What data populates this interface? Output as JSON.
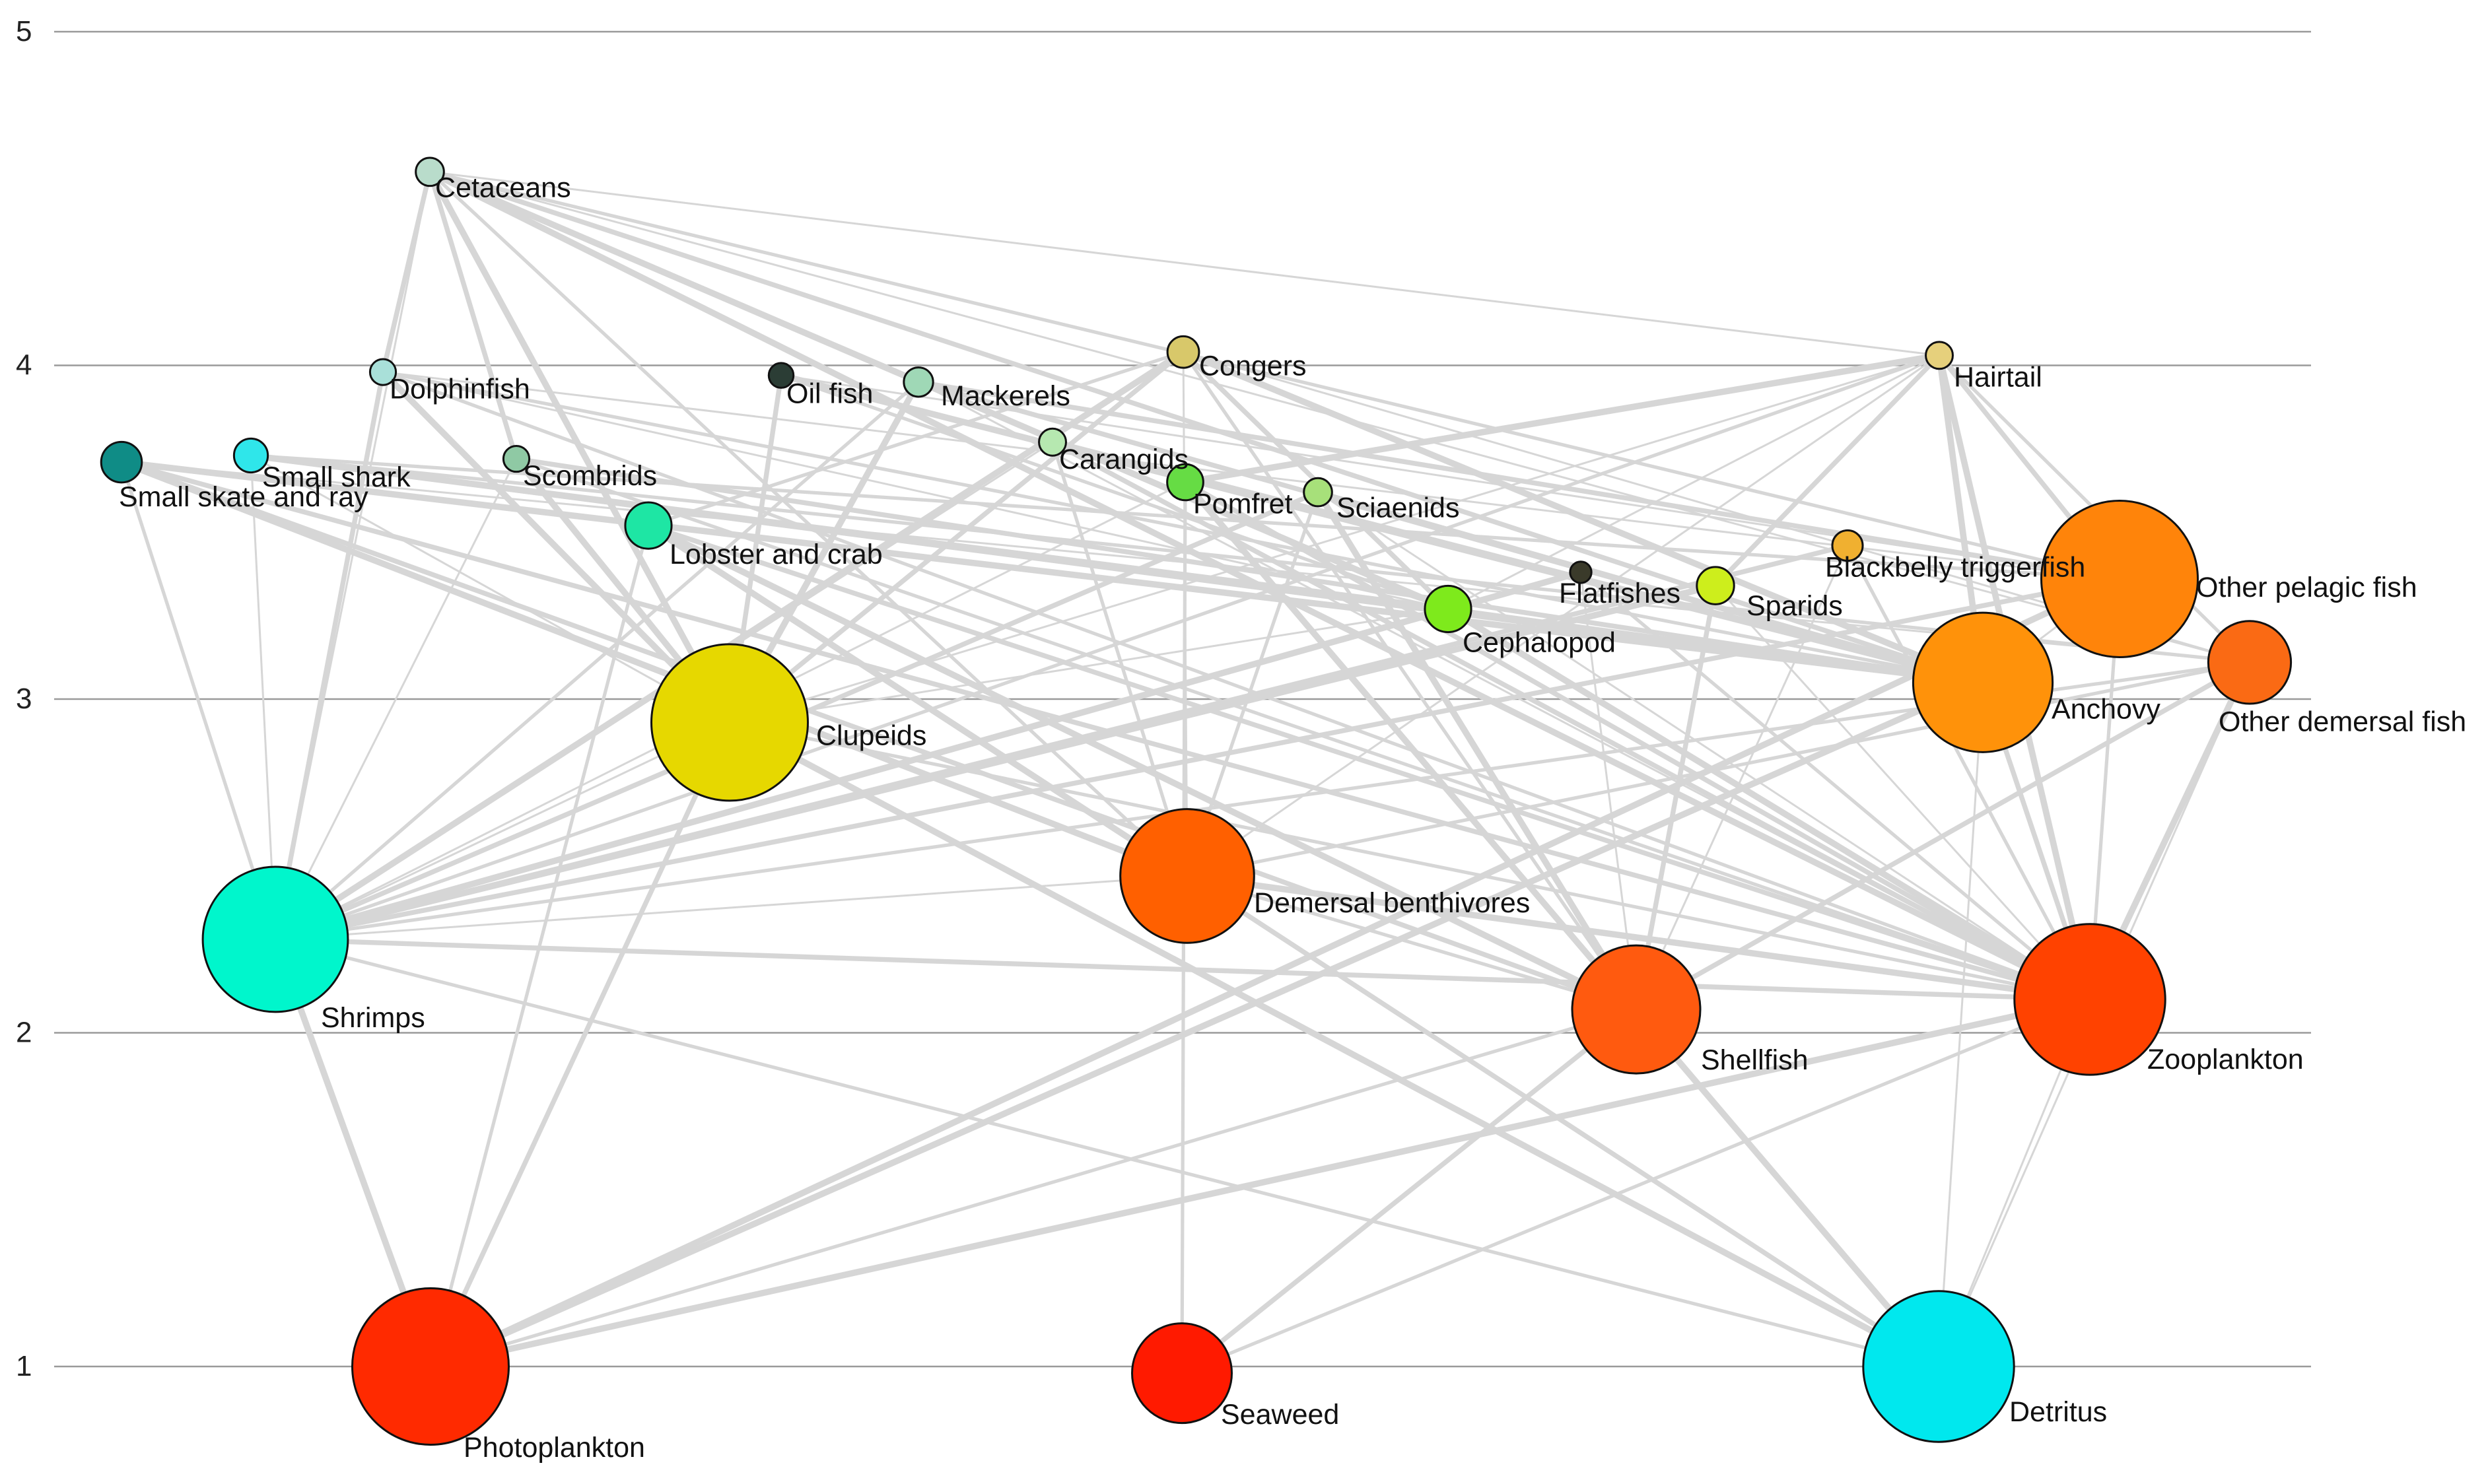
{
  "chart_data": {
    "type": "food-web",
    "y_axis": {
      "ticks": [
        1,
        2,
        3,
        4,
        5
      ],
      "range": [
        0.7,
        5.05
      ]
    },
    "nodes": [
      {
        "id": "cetaceans",
        "name": "Cetaceans",
        "tl": 4.58,
        "size": 1.2,
        "color": "#b9dccb"
      },
      {
        "id": "dolphinfish",
        "name": "Dolphinfish",
        "tl": 3.98,
        "size": 1.0,
        "color": "#a9e0d9"
      },
      {
        "id": "oil_fish",
        "name": "Oil fish",
        "tl": 3.97,
        "size": 0.9,
        "color": "#2b3d35"
      },
      {
        "id": "mackerels",
        "name": "Mackerels",
        "tl": 3.95,
        "size": 1.3,
        "color": "#9fd8b6"
      },
      {
        "id": "congers",
        "name": "Congers",
        "tl": 4.04,
        "size": 1.5,
        "color": "#d8c86a"
      },
      {
        "id": "hairtail",
        "name": "Hairtail",
        "tl": 4.03,
        "size": 1.1,
        "color": "#e6d07c"
      },
      {
        "id": "small_skate",
        "name": "Small skate and ray",
        "tl": 3.71,
        "size": 2.3,
        "color": "#0f8c86"
      },
      {
        "id": "small_shark",
        "name": "Small shark",
        "tl": 3.73,
        "size": 1.7,
        "color": "#2fe6ea"
      },
      {
        "id": "scombrids",
        "name": "Scombrids",
        "tl": 3.72,
        "size": 1.0,
        "color": "#8fc9a4"
      },
      {
        "id": "carangids",
        "name": "Carangids",
        "tl": 3.77,
        "size": 1.1,
        "color": "#b6e8b0"
      },
      {
        "id": "pomfret",
        "name": "Pomfret",
        "tl": 3.65,
        "size": 1.9,
        "color": "#66dc44"
      },
      {
        "id": "sciaenids",
        "name": "Sciaenids",
        "tl": 3.62,
        "size": 1.2,
        "color": "#a7e07a"
      },
      {
        "id": "lobster",
        "name": "Lobster and crab",
        "tl": 3.52,
        "size": 2.8,
        "color": "#1ee6a4"
      },
      {
        "id": "blackbelly",
        "name": "Blackbelly triggerfish",
        "tl": 3.46,
        "size": 1.4,
        "color": "#f0b030"
      },
      {
        "id": "flatfishes",
        "name": "Flatfishes",
        "tl": 3.38,
        "size": 0.6,
        "color": "#3a3a2a"
      },
      {
        "id": "sparids",
        "name": "Sparids",
        "tl": 3.34,
        "size": 2.0,
        "color": "#cdee1c"
      },
      {
        "id": "cephalopod",
        "name": "Cephalopod",
        "tl": 3.27,
        "size": 2.8,
        "color": "#7eea1c"
      },
      {
        "id": "other_pelagic",
        "name": "Other pelagic fish",
        "tl": 3.36,
        "size": 12.5,
        "color": "#ff840a"
      },
      {
        "id": "other_demersal",
        "name": "Other demersal fish",
        "tl": 3.11,
        "size": 6.0,
        "color": "#fa6a14"
      },
      {
        "id": "anchovy",
        "name": "Anchovy",
        "tl": 3.05,
        "size": 11.0,
        "color": "#ff920a"
      },
      {
        "id": "clupeids",
        "name": "Clupeids",
        "tl": 2.93,
        "size": 12.5,
        "color": "#e6d800"
      },
      {
        "id": "demersal_benth",
        "name": "Demersal benthivores",
        "tl": 2.47,
        "size": 10.5,
        "color": "#ff6000"
      },
      {
        "id": "shrimps",
        "name": "Shrimps",
        "tl": 2.28,
        "size": 11.5,
        "color": "#00f6cc"
      },
      {
        "id": "shellfish",
        "name": "Shellfish",
        "tl": 2.07,
        "size": 10.0,
        "color": "#ff5a0f"
      },
      {
        "id": "zooplankton",
        "name": "Zooplankton",
        "tl": 2.1,
        "size": 12.0,
        "color": "#ff4200"
      },
      {
        "id": "photoplankton",
        "name": "Photoplankton",
        "tl": 1.0,
        "size": 12.5,
        "color": "#ff2a00"
      },
      {
        "id": "seaweed",
        "name": "Seaweed",
        "tl": 0.98,
        "size": 7.5,
        "color": "#ff1a00"
      },
      {
        "id": "detritus",
        "name": "Detritus",
        "tl": 1.0,
        "size": 12.0,
        "color": "#00e8ee"
      }
    ],
    "edges": [
      [
        "cetaceans",
        "hairtail"
      ],
      [
        "cetaceans",
        "other_pelagic"
      ],
      [
        "cetaceans",
        "anchovy"
      ],
      [
        "cetaceans",
        "clupeids"
      ],
      [
        "cetaceans",
        "shrimps"
      ],
      [
        "cetaceans",
        "mackerels"
      ],
      [
        "cetaceans",
        "dolphinfish"
      ],
      [
        "cetaceans",
        "cephalopod"
      ],
      [
        "cetaceans",
        "other_demersal"
      ],
      [
        "cetaceans",
        "demersal_benth"
      ],
      [
        "cetaceans",
        "scombrids"
      ],
      [
        "cetaceans",
        "zooplankton"
      ],
      [
        "dolphinfish",
        "other_pelagic"
      ],
      [
        "dolphinfish",
        "anchovy"
      ],
      [
        "dolphinfish",
        "shrimps"
      ],
      [
        "dolphinfish",
        "clupeids"
      ],
      [
        "dolphinfish",
        "cephalopod"
      ],
      [
        "dolphinfish",
        "zooplankton"
      ],
      [
        "oil_fish",
        "clupeids"
      ],
      [
        "oil_fish",
        "anchovy"
      ],
      [
        "oil_fish",
        "other_pelagic"
      ],
      [
        "oil_fish",
        "cephalopod"
      ],
      [
        "mackerels",
        "anchovy"
      ],
      [
        "mackerels",
        "clupeids"
      ],
      [
        "mackerels",
        "zooplankton"
      ],
      [
        "mackerels",
        "shrimps"
      ],
      [
        "mackerels",
        "other_pelagic"
      ],
      [
        "congers",
        "shrimps"
      ],
      [
        "congers",
        "demersal_benth"
      ],
      [
        "congers",
        "shellfish"
      ],
      [
        "congers",
        "cephalopod"
      ],
      [
        "congers",
        "anchovy"
      ],
      [
        "congers",
        "other_demersal"
      ],
      [
        "congers",
        "lobster"
      ],
      [
        "congers",
        "clupeids"
      ],
      [
        "hairtail",
        "anchovy"
      ],
      [
        "hairtail",
        "clupeids"
      ],
      [
        "hairtail",
        "shrimps"
      ],
      [
        "hairtail",
        "other_pelagic"
      ],
      [
        "hairtail",
        "zooplankton"
      ],
      [
        "hairtail",
        "cephalopod"
      ],
      [
        "hairtail",
        "other_demersal"
      ],
      [
        "hairtail",
        "sparids"
      ],
      [
        "hairtail",
        "pomfret"
      ],
      [
        "hairtail",
        "demersal_benth"
      ],
      [
        "small_skate",
        "shrimps"
      ],
      [
        "small_skate",
        "shellfish"
      ],
      [
        "small_skate",
        "demersal_benth"
      ],
      [
        "small_skate",
        "other_demersal"
      ],
      [
        "small_skate",
        "lobster"
      ],
      [
        "small_skate",
        "zooplankton"
      ],
      [
        "small_skate",
        "anchovy"
      ],
      [
        "small_shark",
        "shrimps"
      ],
      [
        "small_shark",
        "other_pelagic"
      ],
      [
        "small_shark",
        "anchovy"
      ],
      [
        "small_shark",
        "cephalopod"
      ],
      [
        "small_shark",
        "clupeids"
      ],
      [
        "small_shark",
        "other_demersal"
      ],
      [
        "scombrids",
        "anchovy"
      ],
      [
        "scombrids",
        "clupeids"
      ],
      [
        "scombrids",
        "shrimps"
      ],
      [
        "scombrids",
        "zooplankton"
      ],
      [
        "carangids",
        "zooplankton"
      ],
      [
        "carangids",
        "anchovy"
      ],
      [
        "carangids",
        "shrimps"
      ],
      [
        "carangids",
        "demersal_benth"
      ],
      [
        "pomfret",
        "zooplankton"
      ],
      [
        "pomfret",
        "detritus"
      ],
      [
        "pomfret",
        "shrimps"
      ],
      [
        "pomfret",
        "seaweed"
      ],
      [
        "sciaenids",
        "shrimps"
      ],
      [
        "sciaenids",
        "shellfish"
      ],
      [
        "sciaenids",
        "zooplankton"
      ],
      [
        "sciaenids",
        "demersal_benth"
      ],
      [
        "sciaenids",
        "anchovy"
      ],
      [
        "lobster",
        "shellfish"
      ],
      [
        "lobster",
        "detritus"
      ],
      [
        "lobster",
        "photoplankton"
      ],
      [
        "lobster",
        "zooplankton"
      ],
      [
        "lobster",
        "demersal_benth"
      ],
      [
        "blackbelly",
        "shellfish"
      ],
      [
        "blackbelly",
        "zooplankton"
      ],
      [
        "blackbelly",
        "shrimps"
      ],
      [
        "flatfishes",
        "shrimps"
      ],
      [
        "flatfishes",
        "shellfish"
      ],
      [
        "flatfishes",
        "zooplankton"
      ],
      [
        "sparids",
        "shellfish"
      ],
      [
        "sparids",
        "shrimps"
      ],
      [
        "sparids",
        "zooplankton"
      ],
      [
        "cephalopod",
        "shrimps"
      ],
      [
        "cephalopod",
        "anchovy"
      ],
      [
        "cephalopod",
        "zooplankton"
      ],
      [
        "cephalopod",
        "clupeids"
      ],
      [
        "other_pelagic",
        "zooplankton"
      ],
      [
        "other_pelagic",
        "shrimps"
      ],
      [
        "other_pelagic",
        "photoplankton"
      ],
      [
        "other_pelagic",
        "anchovy"
      ],
      [
        "other_demersal",
        "shrimps"
      ],
      [
        "other_demersal",
        "shellfish"
      ],
      [
        "other_demersal",
        "zooplankton"
      ],
      [
        "other_demersal",
        "detritus"
      ],
      [
        "other_demersal",
        "demersal_benth"
      ],
      [
        "anchovy",
        "zooplankton"
      ],
      [
        "anchovy",
        "photoplankton"
      ],
      [
        "anchovy",
        "detritus"
      ],
      [
        "clupeids",
        "zooplankton"
      ],
      [
        "clupeids",
        "photoplankton"
      ],
      [
        "clupeids",
        "detritus"
      ],
      [
        "clupeids",
        "shrimps"
      ],
      [
        "demersal_benth",
        "shellfish"
      ],
      [
        "demersal_benth",
        "detritus"
      ],
      [
        "demersal_benth",
        "zooplankton"
      ],
      [
        "demersal_benth",
        "shrimps"
      ],
      [
        "shrimps",
        "detritus"
      ],
      [
        "shrimps",
        "zooplankton"
      ],
      [
        "shrimps",
        "photoplankton"
      ],
      [
        "shellfish",
        "detritus"
      ],
      [
        "shellfish",
        "photoplankton"
      ],
      [
        "shellfish",
        "seaweed"
      ],
      [
        "zooplankton",
        "photoplankton"
      ],
      [
        "zooplankton",
        "detritus"
      ],
      [
        "zooplankton",
        "seaweed"
      ]
    ]
  }
}
